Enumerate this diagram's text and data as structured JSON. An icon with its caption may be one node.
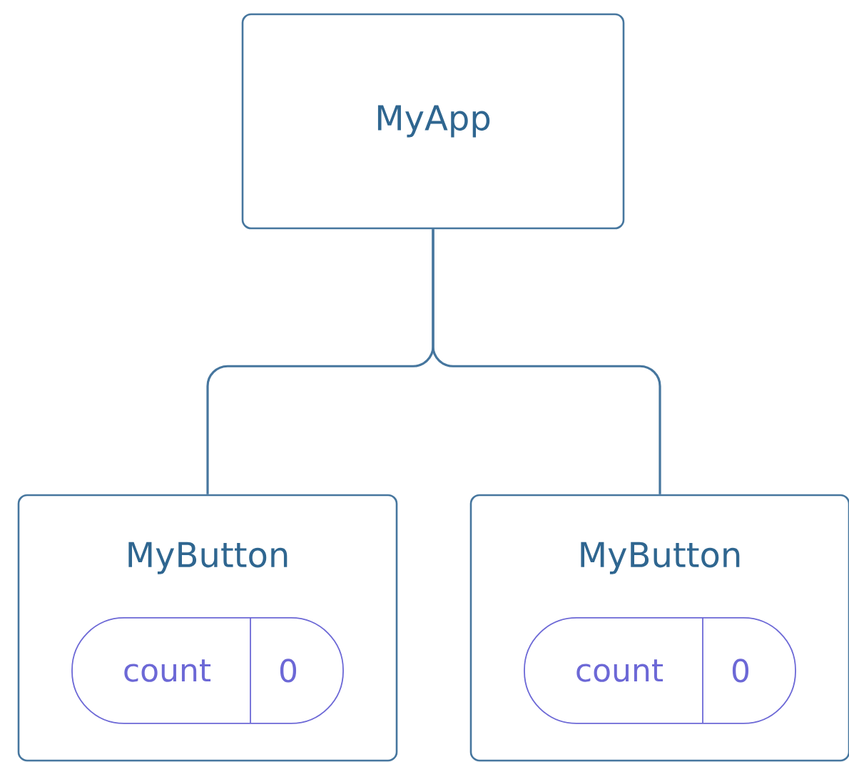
{
  "diagram": {
    "nodes": [
      {
        "text": [
          "MyApp"
        ]
      },
      {
        "text": [
          "MyButton"
        ]
      },
      {
        "text": [
          "count",
          "0"
        ],
        "in": 1
      },
      {
        "text": [
          "MyButton"
        ]
      },
      {
        "text": [
          "count",
          "0"
        ],
        "in": 3
      }
    ],
    "edges": [
      {
        "from": 0,
        "to": 1,
        "arrow": "none"
      },
      {
        "from": 0,
        "to": 3,
        "arrow": "none"
      }
    ]
  }
}
